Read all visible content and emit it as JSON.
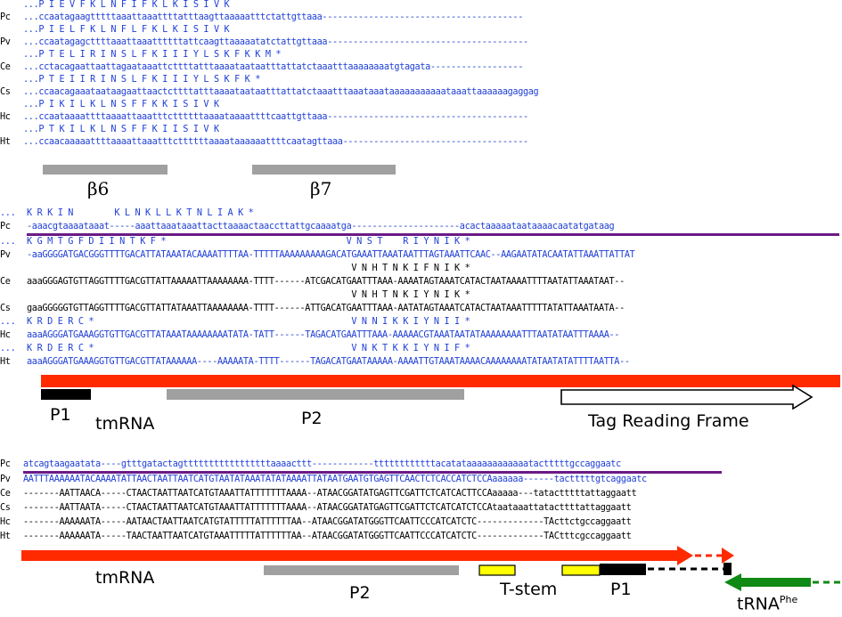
{
  "colors": {
    "blue": "#1f3fd6",
    "red": "#ff2a00",
    "purple": "#6b1a86",
    "gray": "#a0a0a0",
    "yellow": "#ffff00",
    "green": "#0f8a14",
    "black": "#000000"
  },
  "block1": {
    "rows": [
      {
        "sp": "",
        "seq": "...P I E V F K L N F I F K L K I S I V K",
        "cls": "b"
      },
      {
        "sp": "Pc",
        "seq": "...ccaatagaagtttttaaattaaattttatttaagttaaaaatttctattgttaaa---------------------------------------",
        "cls": "b"
      },
      {
        "sp": "",
        "seq": "...P I E L F K L N F L F K L K I S I V K",
        "cls": "b"
      },
      {
        "sp": "Pv",
        "seq": "...ccaatagagcttttaaattaaattttttattcaagttaaaaatatctattgttaaa---------------------------------------",
        "cls": "b"
      },
      {
        "sp": "",
        "seq": "...P T E L I R I N S L F K I I I Y L S K F K K M *",
        "cls": "b"
      },
      {
        "sp": "Ce",
        "seq": "...cctacagaattaattagaataaattcttttatttaaaataataatttattatctaaatttaaaaaaaatgtagata------------------",
        "cls": "b"
      },
      {
        "sp": "",
        "seq": "...P T E I I R I N S L F K I I I Y L S K F K *",
        "cls": "b"
      },
      {
        "sp": "Cs",
        "seq": "...ccaacagaaataataagaattaactcttttatttaaaataataatttattatctaaatttaaataaataaaaaaaaaaataaattaaaaaagaggag",
        "cls": "b"
      },
      {
        "sp": "",
        "seq": "...P I K I L K L N S F F K K I S I V K",
        "cls": "b"
      },
      {
        "sp": "Hc",
        "seq": "...ccaataaaattttaaaattaaatttcttttttaaaataaaattttcaattgttaaa---------------------------------------",
        "cls": "b"
      },
      {
        "sp": "",
        "seq": "...P T K I L K L N S F F K I I S I V K",
        "cls": "b"
      },
      {
        "sp": "Ht",
        "seq": "...ccaacaaaaattttaaaattaaatttcttttttaaaataaaaaattttcaatagttaaa------------------------------------",
        "cls": "b"
      }
    ],
    "labels": {
      "b6": "β6",
      "b7": "β7"
    }
  },
  "block2": {
    "rows": [
      {
        "sp": "...",
        "seq": "K R K I N        K L N K L L K T N L I A K *",
        "cls": "b"
      },
      {
        "sp": "Pc",
        "seq": "-aaacgtaaaataaat-----aaattaaataaattacttaaaactaaccttattgcaaaatga---------------------acactaaaaataataaaacaatatgataag",
        "cls": "b"
      },
      {
        "sp": "...",
        "seq": "K G M T G F D I I N T K F *                                   V N S T    R I Y N I K *",
        "cls": "b"
      },
      {
        "sp": "Pv",
        "seq": "-aaGGGGATGACGGGTTTTGACATTATAAATACAAAATTTTAA-TTTTTAAAAAAAAAGACATGAAATTAAATAATTTAGTAAATTCAAC--AAGAATATACAATATTAAATTATTAT",
        "cls": "b"
      },
      {
        "sp": "",
        "seq": "                                                               V N H T N K I F N I K *",
        "cls": "k"
      },
      {
        "sp": "Ce",
        "seq": "aaaGGGAGTGTTAGGTTTTGACGTTATTAAAAATTAAAAAAAA-TTTT------ATCGACATGAATTTAAA-AAAATAGTAAATCATACTAATAAAATTTTAATATTAAATAAT--",
        "cls": "k"
      },
      {
        "sp": "",
        "seq": "                                                               V N H T N K I Y N I K *",
        "cls": "k"
      },
      {
        "sp": "Cs",
        "seq": "gaaGGGGGTGTTAGGTTTTGACGTTATTATAAATTAAAAAAAA-TTTT------ATTGACATGAATTTAAA-AATATAGTAAATCATACTAATAAATTTTTATATTAAATAATA--",
        "cls": "k"
      },
      {
        "sp": "...",
        "seq": "K R D E R C *                                                  V N N I K K I Y N I I *",
        "cls": "b"
      },
      {
        "sp": "Hc",
        "seq": "aaaAGGGATGAAAGGTGTTGACGTTATAAATAAAAAAAATATA-TATT------TAGACATGAATTTAAA-AAAAACGTAAATAATATAAAAAAAATTTAATATAATTTAAAA--",
        "cls": "b"
      },
      {
        "sp": "...",
        "seq": "K R D E R C *                                                  V N K T K K I Y N I F *",
        "cls": "b"
      },
      {
        "sp": "Ht",
        "seq": "aaaAGGGATGAAAGGTGTTGACGTTATAAAAAA----AAAAATA-TTTT------TAGACATGAATAAAAA-AAAATTGTAAATAAAACAAAAAAAATATAATATATTTTAATTA--",
        "cls": "b"
      }
    ],
    "labels": {
      "p1": "P1",
      "tmrna": "tmRNA",
      "p2": "P2",
      "tag": "Tag Reading Frame"
    }
  },
  "block3": {
    "rows": [
      {
        "sp": "Pc",
        "seq": "atcagtaagaatata----gtttgatactagtttttttttttttttttaaaacttt------------ttttttttttttacatataaaaaaaaaaaatactttttgccaggaatc",
        "cls": "b"
      },
      {
        "sp": "Pv",
        "seq": "AATTTAAAAAATACAAAATATTAACTAATTAATCATGTAATATAAATATATAAAATTATAATGAATGTGAGTTCAACTCTCACCATCTCCAaaaaaa------tactttttgtcaggaatc",
        "cls": "b"
      },
      {
        "sp": "Ce",
        "seq": "-------AATTAACA-----CTAACTAATTAATCATGTAAATTATTTTTTTAAAA--ATAACGGATATGAGTTCGATTCTCATCACTTCCAaaaaa---tatactttttattaggaatt",
        "cls": "k"
      },
      {
        "sp": "Cs",
        "seq": "-------AATTAATA-----CTAACTAATTAATCATGTAAATTATTTTTTTAAAA--ATAACGGATATGAGTTCGATTCTCATCATCTCCAtaataaattatacttttattaggaatt",
        "cls": "k"
      },
      {
        "sp": "Hc",
        "seq": "-------AAAAAATA-----AATAACTAATTAATCATGTATTTTTATTTTTTAA--ATAACGGATATGGGTTCAATTCCCATCATCTC-------------TActtctgccaggaatt",
        "cls": "k"
      },
      {
        "sp": "Ht",
        "seq": "-------AAAAAATA-----TAACTAATTAATCATGTAAATTTTTATTTTTTAA--ATAACGGATATGGGTTCAATTCCCATCATCTC-------------TACtttcgccaggaatt",
        "cls": "k"
      }
    ],
    "labels": {
      "tmrna": "tmRNA",
      "p2": "P2",
      "tstem": "T-stem",
      "p1": "P1",
      "trna": "tRNA",
      "trna_sup": "Phe"
    }
  }
}
